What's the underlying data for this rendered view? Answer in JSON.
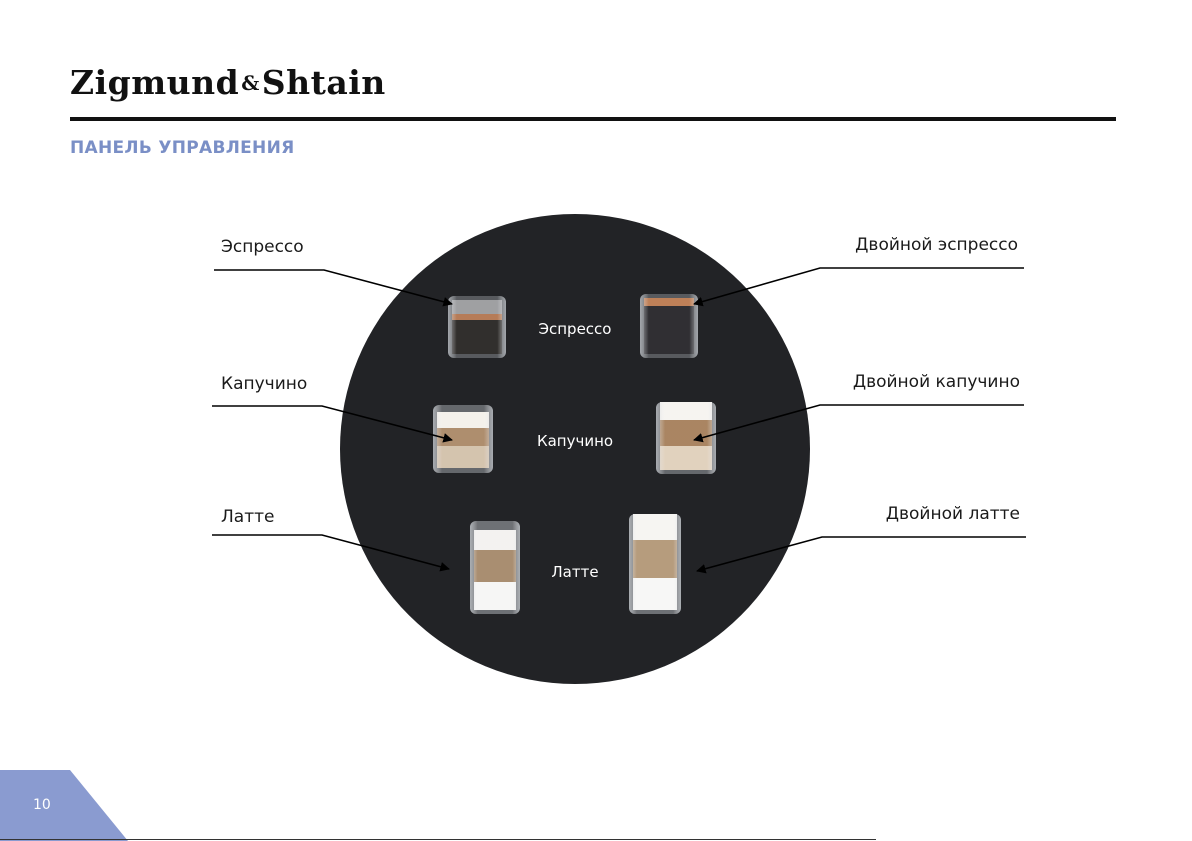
{
  "brand": {
    "name_part1": "Zigmund",
    "ampersand": "&",
    "name_part2": "Shtain"
  },
  "section": {
    "title": "ПАНЕЛЬ УПРАВЛЕНИЯ"
  },
  "panel": {
    "background_color": "#222326",
    "rows": [
      {
        "center_label": "Эспрессо",
        "left_callout": "Эспрессо",
        "right_callout": "Двойной эспрессо",
        "drink": "espresso"
      },
      {
        "center_label": "Капучино",
        "left_callout": "Капучино",
        "right_callout": "Двойной капучино",
        "drink": "cappuccino"
      },
      {
        "center_label": "Латте",
        "left_callout": "Латте",
        "right_callout": "Двойной латте",
        "drink": "latte"
      }
    ]
  },
  "colors": {
    "accent": "#7a8fc6",
    "page_corner": "#8a9bd0"
  },
  "footer": {
    "page_number": "10"
  }
}
